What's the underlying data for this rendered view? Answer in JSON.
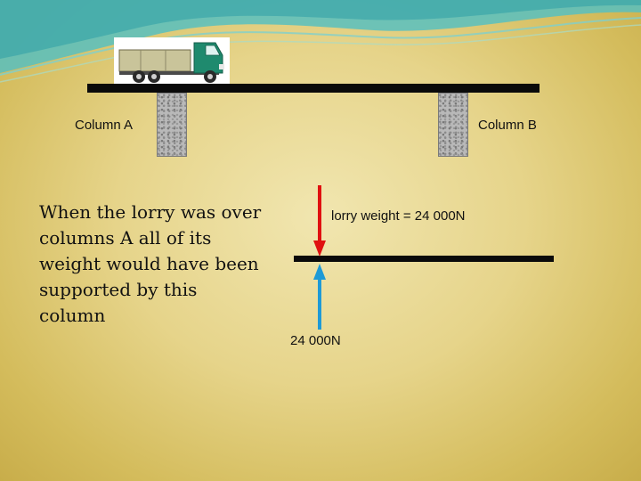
{
  "colors": {
    "background": "#e6d48a",
    "beam": "#0a0a0a",
    "column": "#b9b9b9",
    "load_arrow": "#e01010",
    "reaction_arrow": "#1e9ad6",
    "wave_teal": "#58bfc0"
  },
  "diagram": {
    "column_a_label": "Column A",
    "column_b_label": "Column B",
    "body_text": "When the lorry was over columns A all of its weight would have been supported by this column",
    "load_label": "lorry weight = 24 000N",
    "reaction_label": "24 000N"
  },
  "icons": {
    "vehicle": "lorry-icon"
  }
}
